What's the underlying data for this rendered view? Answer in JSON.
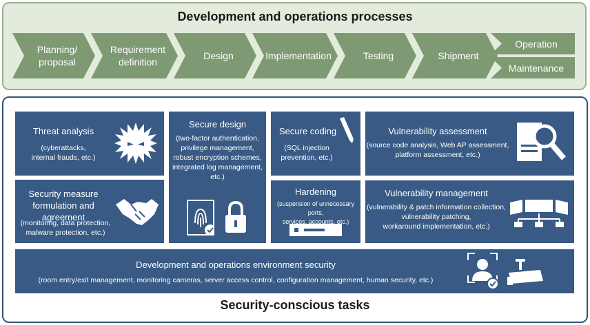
{
  "process": {
    "title": "Development and operations processes",
    "steps": [
      "Planning/\nproposal",
      "Requirement\ndefinition",
      "Design",
      "Implementation",
      "Testing",
      "Shipment"
    ],
    "operation": "Operation",
    "maintenance": "Maintenance"
  },
  "security": {
    "title": "Security-conscious tasks",
    "threat": {
      "title": "Threat analysis",
      "detail": "(cyberattacks,\ninternal frauds, etc.)"
    },
    "measure": {
      "title": "Security measure\nformulation and agreement",
      "detail": "(monitoring, data protection,\nmalware protection, etc.)"
    },
    "design": {
      "title": "Secure design",
      "detail": "(two-factor authentication,\nprivilege management,\nrobust encryption schemes,\nintegrated log management,\netc.)"
    },
    "coding": {
      "title": "Secure coding",
      "detail": "(SQL injection\nprevention, etc.)"
    },
    "hardening": {
      "title": "Hardening",
      "detail": "(suspension of unnecessary ports,\nservices, accounts, etc.)"
    },
    "assessment": {
      "title": "Vulnerability assessment",
      "detail": "(source code analysis, Web AP assessment,\nplatform assessment, etc.)"
    },
    "management": {
      "title": "Vulnerability management",
      "detail": "(vulnerability & patch information collection,\nvulnerability patching,\nworkaround implementation, etc.)"
    },
    "environment": {
      "title": "Development and operations environment security",
      "detail": "(room entry/exit management, monitoring cameras, server access control, configuration management, human security, etc.)"
    }
  },
  "colors": {
    "process_green": "#7e9a72",
    "panel_green": "#e2ebdc",
    "tile_blue": "#385a84"
  }
}
